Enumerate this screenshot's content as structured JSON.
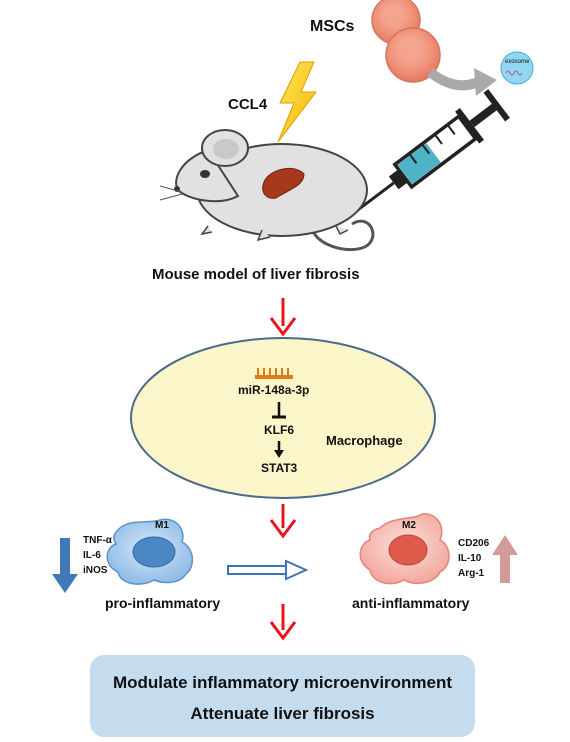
{
  "labels": {
    "mscs": "MSCs",
    "exosome": "exosome",
    "ccl4": "CCL4",
    "mouse_model": "Mouse model of liver fibrosis",
    "mirna": "miR-148a-3p",
    "klf6": "KLF6",
    "stat3": "STAT3",
    "macrophage": "Macrophage",
    "m1": "M1",
    "m2": "M2",
    "pro_markers": [
      "TNF-α",
      "IL-6",
      "iNOS"
    ],
    "anti_markers": [
      "CD206",
      "IL-10",
      "Arg-1"
    ],
    "pro_inflammatory": "pro-inflammatory",
    "anti_inflammatory": "anti-inflammatory"
  },
  "outcome": {
    "line1": "Modulate inflammatory microenvironment",
    "line2": "Attenuate liver fibrosis"
  },
  "colors": {
    "arrow_red": "#e8141b",
    "ellipse_fill": "#fbf6c9",
    "outcome_box": "#c5dcef",
    "m1_blue": "#7fb0e0",
    "m2_pink": "#f2a49a",
    "down_arrow": "#3f79b7",
    "up_arrow": "#d49a9a"
  }
}
